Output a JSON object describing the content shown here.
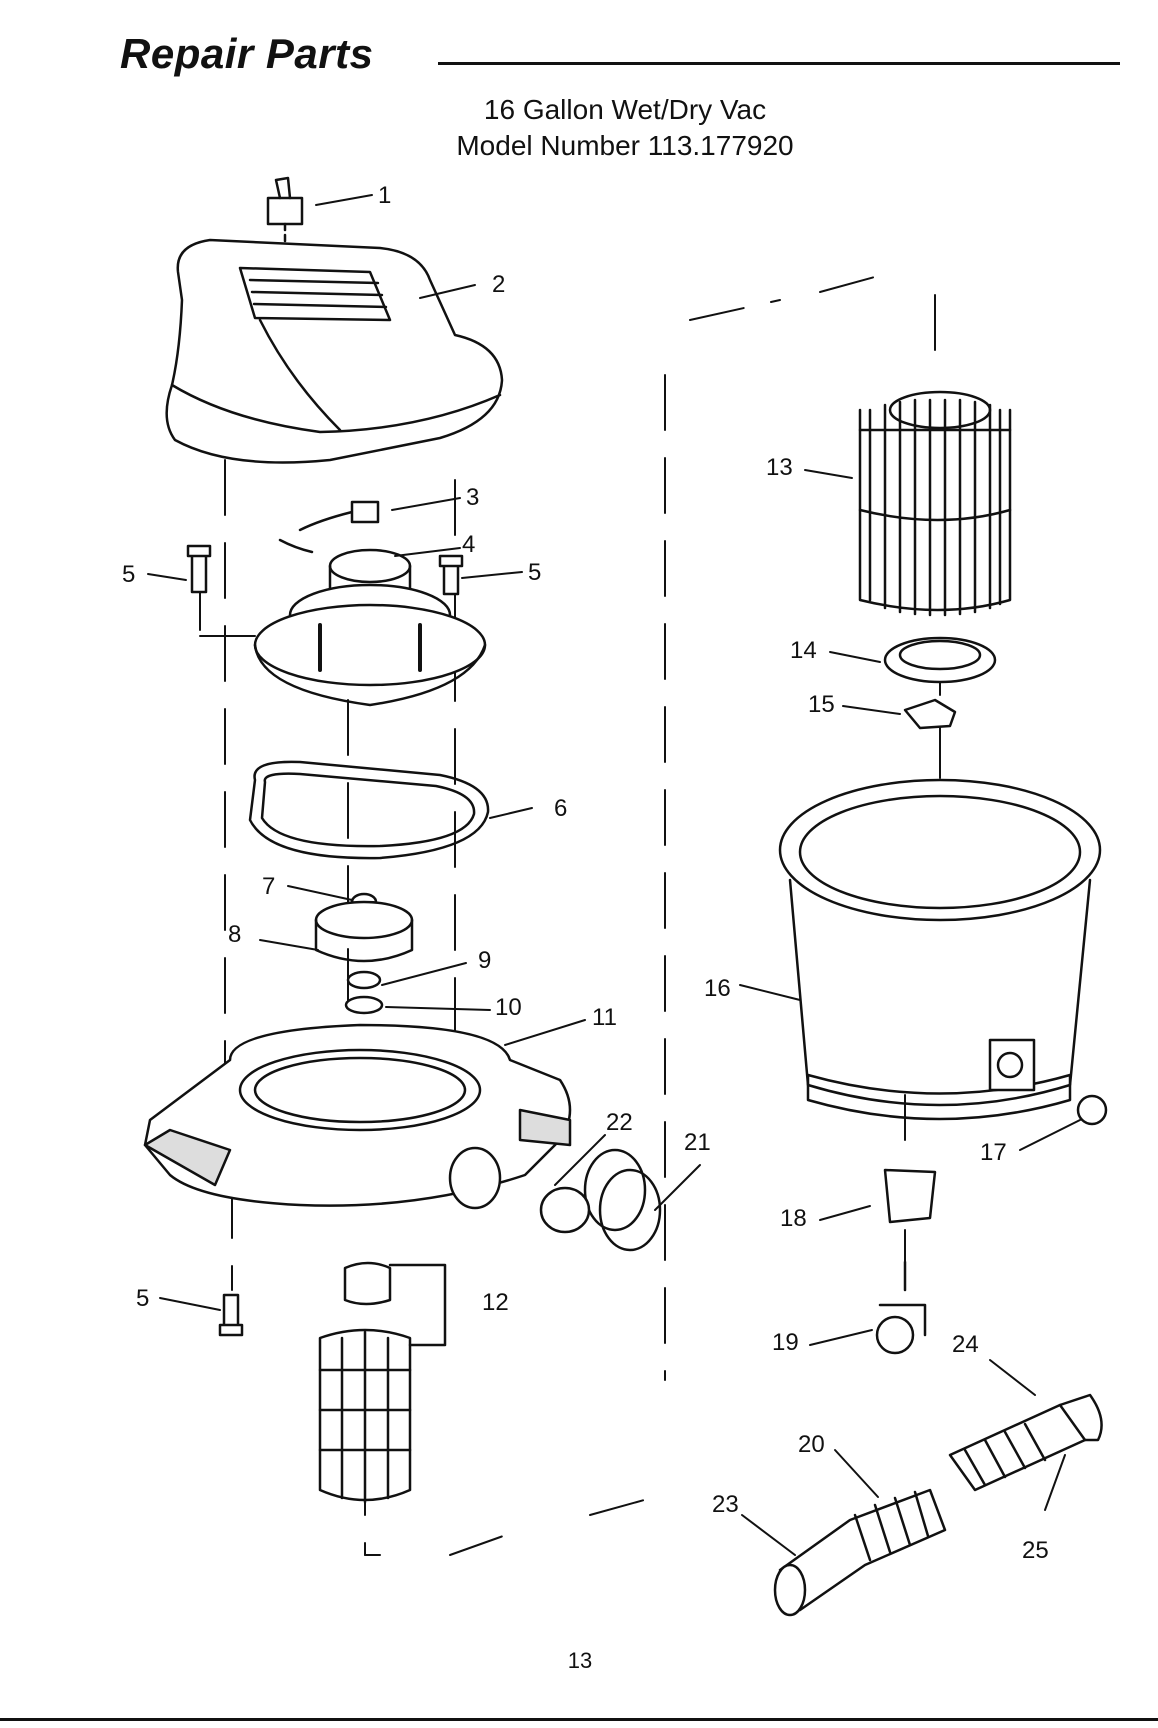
{
  "header": {
    "title": "Repair Parts",
    "product": "16 Gallon Wet/Dry Vac",
    "model": "Model Number 113.177920"
  },
  "callouts": {
    "c1": "1",
    "c2": "2",
    "c3": "3",
    "c4": "4",
    "c5a": "5",
    "c5b": "5",
    "c5c": "5",
    "c6": "6",
    "c7": "7",
    "c8": "8",
    "c9": "9",
    "c10": "10",
    "c11": "11",
    "c12": "12",
    "c13": "13",
    "c14": "14",
    "c15": "15",
    "c16": "16",
    "c17": "17",
    "c18": "18",
    "c19": "19",
    "c20": "20",
    "c21": "21",
    "c22": "22",
    "c23": "23",
    "c24": "24",
    "c25": "25"
  },
  "footer": {
    "page_number": "13"
  }
}
